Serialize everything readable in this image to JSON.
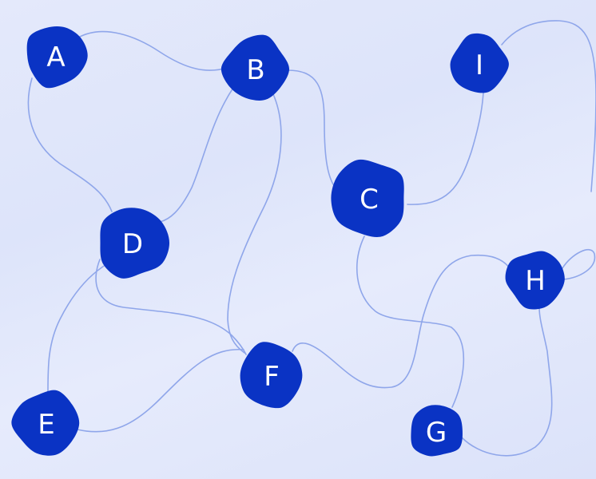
{
  "colors": {
    "node_fill": "#0a33c4",
    "edge_stroke": "#8fa6ea",
    "label": "#ffffff"
  },
  "nodes": [
    {
      "id": "A",
      "label": "A"
    },
    {
      "id": "B",
      "label": "B"
    },
    {
      "id": "C",
      "label": "C"
    },
    {
      "id": "D",
      "label": "D"
    },
    {
      "id": "E",
      "label": "E"
    },
    {
      "id": "F",
      "label": "F"
    },
    {
      "id": "G",
      "label": "G"
    },
    {
      "id": "H",
      "label": "H"
    },
    {
      "id": "I",
      "label": "I"
    }
  ],
  "edges": [
    {
      "from": "A",
      "to": "B"
    },
    {
      "from": "A",
      "to": "D"
    },
    {
      "from": "B",
      "to": "D"
    },
    {
      "from": "B",
      "to": "F"
    },
    {
      "from": "B",
      "to": "C"
    },
    {
      "from": "C",
      "to": "I"
    },
    {
      "from": "C",
      "to": "G"
    },
    {
      "from": "D",
      "to": "E"
    },
    {
      "from": "D",
      "to": "F"
    },
    {
      "from": "E",
      "to": "F"
    },
    {
      "from": "F",
      "to": "H"
    },
    {
      "from": "G",
      "to": "H"
    },
    {
      "from": "H",
      "to": "H"
    },
    {
      "from": "I",
      "to": "edge"
    }
  ]
}
